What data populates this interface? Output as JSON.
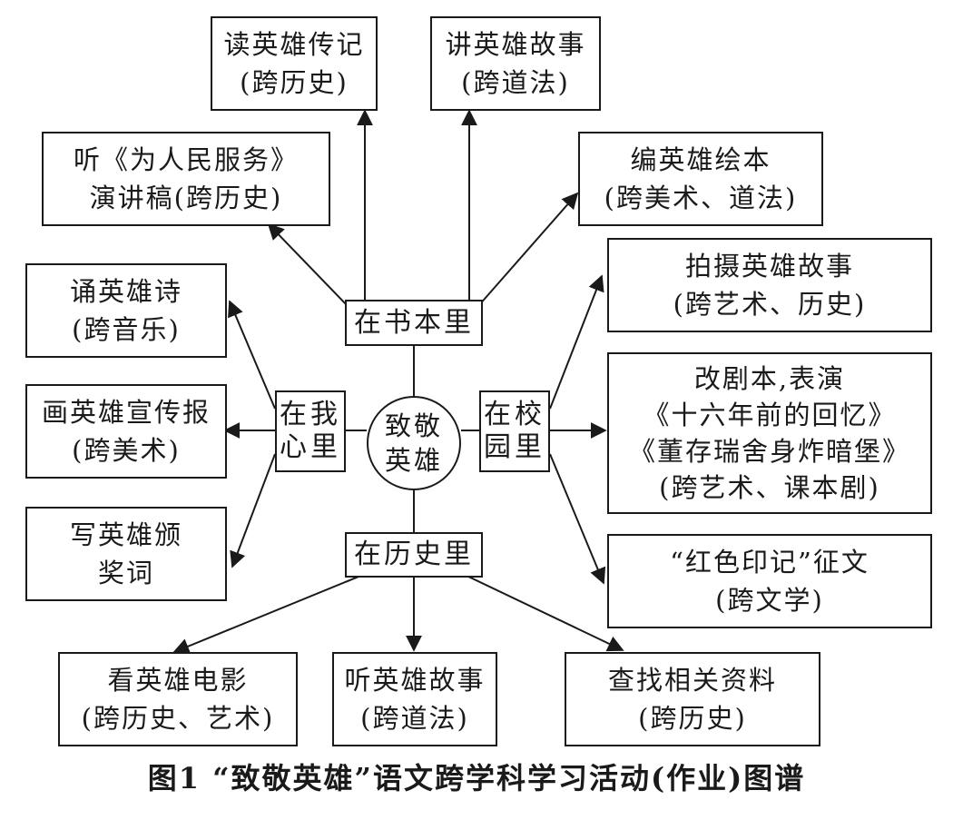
{
  "center": {
    "line1": "致敬",
    "line2": "英雄"
  },
  "hubs": {
    "book": "在书本里",
    "heart": {
      "line1": "在我",
      "line2": "心里"
    },
    "campus": {
      "line1": "在校",
      "line2": "园里"
    },
    "history": "在历史里"
  },
  "leaves": {
    "read_bio": {
      "line1": "读英雄传记",
      "line2": "(跨历史)"
    },
    "tell_story": {
      "line1": "讲英雄故事",
      "line2": "(跨道法)"
    },
    "listen_speech": {
      "line1": "听《为人民服务》",
      "line2": "演讲稿(跨历史)"
    },
    "picture_book": {
      "line1": "编英雄绘本",
      "line2": "(跨美术、道法)"
    },
    "recite_poem": {
      "line1": "诵英雄诗",
      "line2": "(跨音乐)"
    },
    "draw_poster": {
      "line1": "画英雄宣传报",
      "line2": "(跨美术)"
    },
    "write_eulogy": {
      "line1": "写英雄颁",
      "line2": "奖词"
    },
    "film_story": {
      "line1": "拍摄英雄故事",
      "line2": "(跨艺术、历史)"
    },
    "adapt_script": {
      "line1": "改剧本,表演",
      "line2": "《十六年前的回忆》",
      "line3": "《董存瑞舍身炸暗堡》",
      "line4": "(跨艺术、课本剧)"
    },
    "essay": {
      "line1": "“红色印记”征文",
      "line2": "(跨文学)"
    },
    "watch_movie": {
      "line1": "看英雄电影",
      "line2": "(跨历史、艺术)"
    },
    "listen_story": {
      "line1": "听英雄故事",
      "line2": "(跨道法)"
    },
    "find_info": {
      "line1": "查找相关资料",
      "line2": "(跨历史)"
    }
  },
  "caption": "图1 “致敬英雄”语文跨学科学习活动(作业)图谱"
}
